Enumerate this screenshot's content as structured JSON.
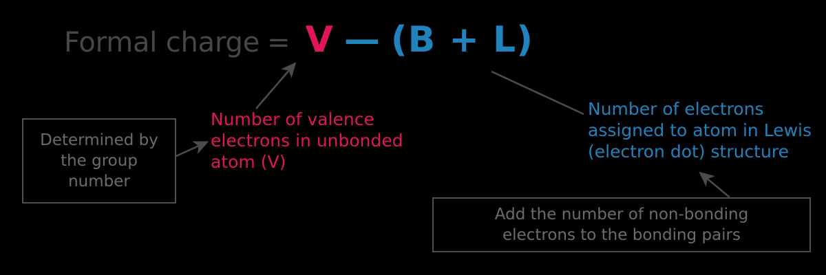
{
  "diagram": {
    "title": "Formal charge formula annotated diagram",
    "background_color": "#000000"
  },
  "formula": {
    "lead_label": "Formal charge",
    "equals_sign": "=",
    "valence_term": "V",
    "minus_sign": "—",
    "assigned_term": "(B + L)",
    "full_text": "Formal charge = V — (B + L)",
    "lead_color": "#45474a",
    "valence_color": "#e0155a",
    "assigned_color": "#2183be"
  },
  "annotations": {
    "valence": {
      "text": "Number of valence\nelectrons in unbonded\natom (V)",
      "color": "#e0155a"
    },
    "assigned": {
      "text": "Number of electrons\nassigned to atom in Lewis\n(electron dot) structure",
      "color": "#2183be"
    }
  },
  "notes": {
    "group_number": {
      "text": "Determined by\nthe group\nnumber",
      "border_color": "#4e5053",
      "text_color": "#6a6c70"
    },
    "non_bonding": {
      "text": "Add the number of non-bonding\nelectrons to the bonding pairs",
      "border_color": "#4e5053",
      "text_color": "#6a6c70"
    }
  },
  "connectors": {
    "color": "#4a4c4f",
    "items": [
      {
        "name": "arrow-valence-to-v",
        "has_arrowhead": true
      },
      {
        "name": "arrow-group-note-to-valence",
        "has_arrowhead": true
      },
      {
        "name": "line-paren-to-assigned",
        "has_arrowhead": false
      },
      {
        "name": "arrow-nonbonding-note-to-assigned",
        "has_arrowhead": true
      }
    ]
  }
}
